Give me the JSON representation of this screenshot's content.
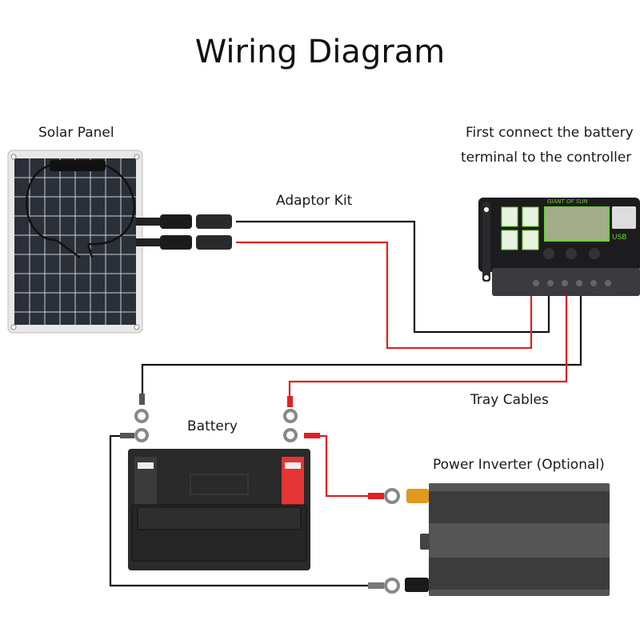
{
  "title": "Wiring Diagram",
  "labels": {
    "solar_panel": "Solar Panel",
    "adaptor_kit": "Adaptor Kit",
    "controller_note_line1": "First connect the battery",
    "controller_note_line2": "terminal to the controller",
    "tray_cables": "Tray Cables",
    "battery": "Battery",
    "inverter": "Power Inverter (Optional)"
  },
  "controller": {
    "brand": "GIANT OF SUN",
    "usb_label": "USB"
  },
  "colors": {
    "positive_wire": "#e02020",
    "negative_wire": "#111111",
    "controller_accent": "#6fcf3a",
    "battery_positive_terminal": "#e53535",
    "inverter_positive_terminal": "#e09a20"
  }
}
